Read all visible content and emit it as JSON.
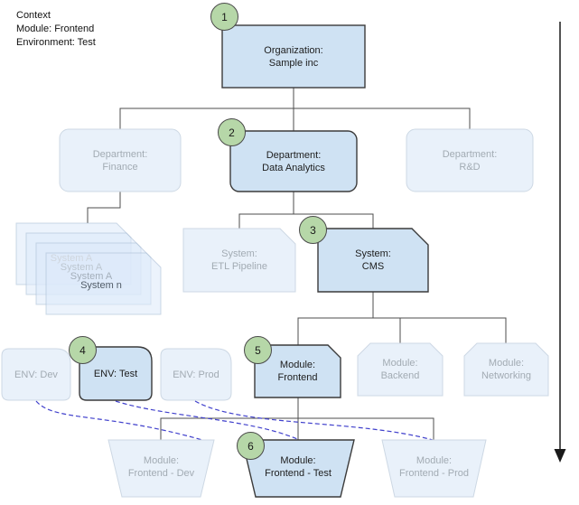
{
  "context": {
    "heading": "Context",
    "module_line": "Module: Frontend",
    "environment_line": "Environment: Test"
  },
  "step_badges": [
    "1",
    "2",
    "3",
    "4",
    "5",
    "6"
  ],
  "nodes": {
    "organization": {
      "type": "Organization:",
      "name": "Sample inc"
    },
    "dept_finance": {
      "type": "Department:",
      "name": "Finance"
    },
    "dept_analytics": {
      "type": "Department:",
      "name": "Data Analytics"
    },
    "dept_rd": {
      "type": "Department:",
      "name": "R&D"
    },
    "system_etl": {
      "type": "System:",
      "name": "ETL Pipeline"
    },
    "system_cms": {
      "type": "System:",
      "name": "CMS"
    },
    "env_dev": {
      "name": "ENV: Dev"
    },
    "env_test": {
      "name": "ENV: Test"
    },
    "env_prod": {
      "name": "ENV: Prod"
    },
    "module_frontend": {
      "type": "Module:",
      "name": "Frontend"
    },
    "module_backend": {
      "type": "Module:",
      "name": "Backend"
    },
    "module_networking": {
      "type": "Module:",
      "name": "Networking"
    },
    "module_frontend_dev": {
      "type": "Module:",
      "name": "Frontend - Dev"
    },
    "module_frontend_test": {
      "type": "Module:",
      "name": "Frontend - Test"
    },
    "module_frontend_prod": {
      "type": "Module:",
      "name": "Frontend - Prod"
    }
  },
  "system_stack": [
    "System A",
    "System A",
    "System A",
    "System n"
  ],
  "colors": {
    "hl_fill": "#cfe2f3",
    "hl_stroke": "#3b3b3b",
    "faded_fill": "#e9f1fa",
    "faded_stroke": "#cdd8e4",
    "faded_text": "#a2abb3",
    "stack_fill": "rgba(221,233,249,0.55)",
    "stack_stroke": "rgba(165,185,210,0.55)",
    "badge_fill": "#b6d7a8",
    "badge_stroke": "#4a4a4a",
    "connector": "#4d4d4d",
    "dash_color": "#4040cc"
  }
}
